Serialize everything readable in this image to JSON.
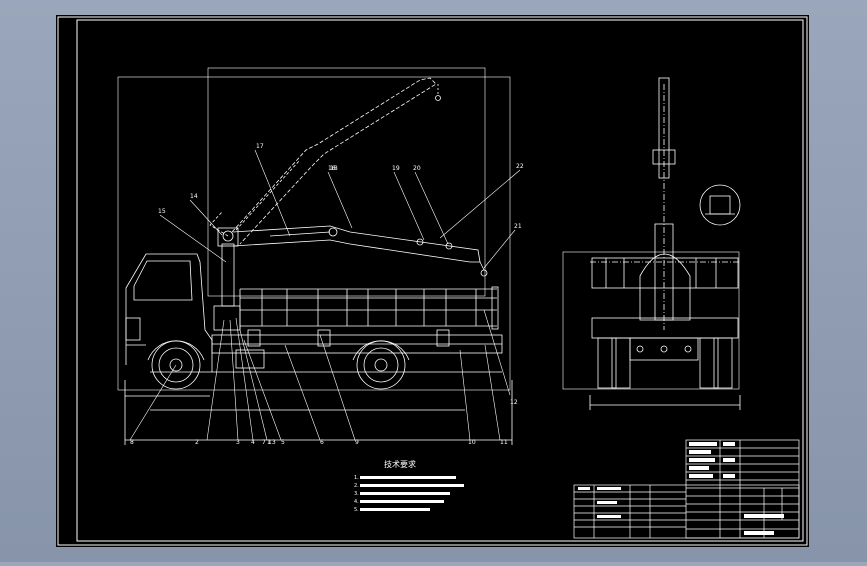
{
  "viewer": {
    "background_color": "#8e9ab0",
    "sheet_color": "#000000",
    "line_color": "#ffffff"
  },
  "drawing": {
    "tech_requirements_title": "技术要求",
    "tech_requirements": [
      "1. ",
      "2. ",
      "3. ",
      "4. ",
      "5. "
    ],
    "leader_labels": [
      "1",
      "2",
      "3",
      "4",
      "5",
      "6",
      "7",
      "8",
      "9",
      "10",
      "11",
      "12",
      "13",
      "14",
      "15",
      "16",
      "17",
      "18",
      "19",
      "20",
      "21",
      "22"
    ]
  }
}
